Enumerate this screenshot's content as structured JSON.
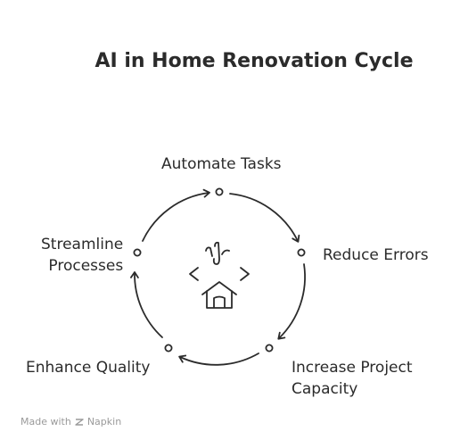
{
  "title": "AI in Home Renovation Cycle",
  "steps": [
    {
      "id": "automate",
      "label": "Automate Tasks"
    },
    {
      "id": "reduce",
      "label": "Reduce Errors"
    },
    {
      "id": "increase",
      "label_lines": [
        "Increase Project",
        "Capacity"
      ]
    },
    {
      "id": "enhance",
      "label": "Enhance Quality"
    },
    {
      "id": "streamline",
      "label_lines": [
        "Streamline",
        "Processes"
      ]
    }
  ],
  "center_icon": "ai-home-icon",
  "footer": {
    "made_with": "Made with",
    "brand": "Napkin",
    "brand_icon": "napkin-logo-icon"
  },
  "colors": {
    "stroke": "#2b2b2b",
    "text": "#2b2b2b",
    "footer": "#9a9a9a"
  }
}
